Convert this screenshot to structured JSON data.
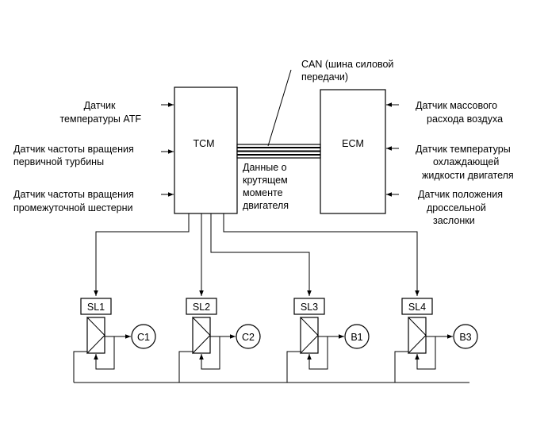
{
  "tcm": {
    "label": "TCM"
  },
  "ecm": {
    "label": "ECM"
  },
  "can": {
    "lines": [
      "CAN (шина силовой",
      "передачи)"
    ]
  },
  "torque": {
    "lines": [
      "Данные о",
      "крутящем",
      "моменте",
      "двигателя"
    ]
  },
  "tcm_inputs": [
    {
      "lines": [
        "Датчик",
        "температуры ATF"
      ]
    },
    {
      "lines": [
        "Датчик частоты вращения",
        "первичной турбины"
      ]
    },
    {
      "lines": [
        "Датчик частоты вращения",
        "промежуточной шестерни"
      ]
    }
  ],
  "ecm_inputs": [
    {
      "lines": [
        "Датчик массового",
        "расхода воздуха"
      ]
    },
    {
      "lines": [
        "Датчик температуры",
        "охлаждающей",
        "жидкости двигателя"
      ]
    },
    {
      "lines": [
        "Датчик положения",
        "дроссельной",
        "заслонки"
      ]
    }
  ],
  "solenoids": [
    {
      "label": "SL1",
      "target": "C1"
    },
    {
      "label": "SL2",
      "target": "C2"
    },
    {
      "label": "SL3",
      "target": "B1"
    },
    {
      "label": "SL4",
      "target": "B3"
    }
  ]
}
